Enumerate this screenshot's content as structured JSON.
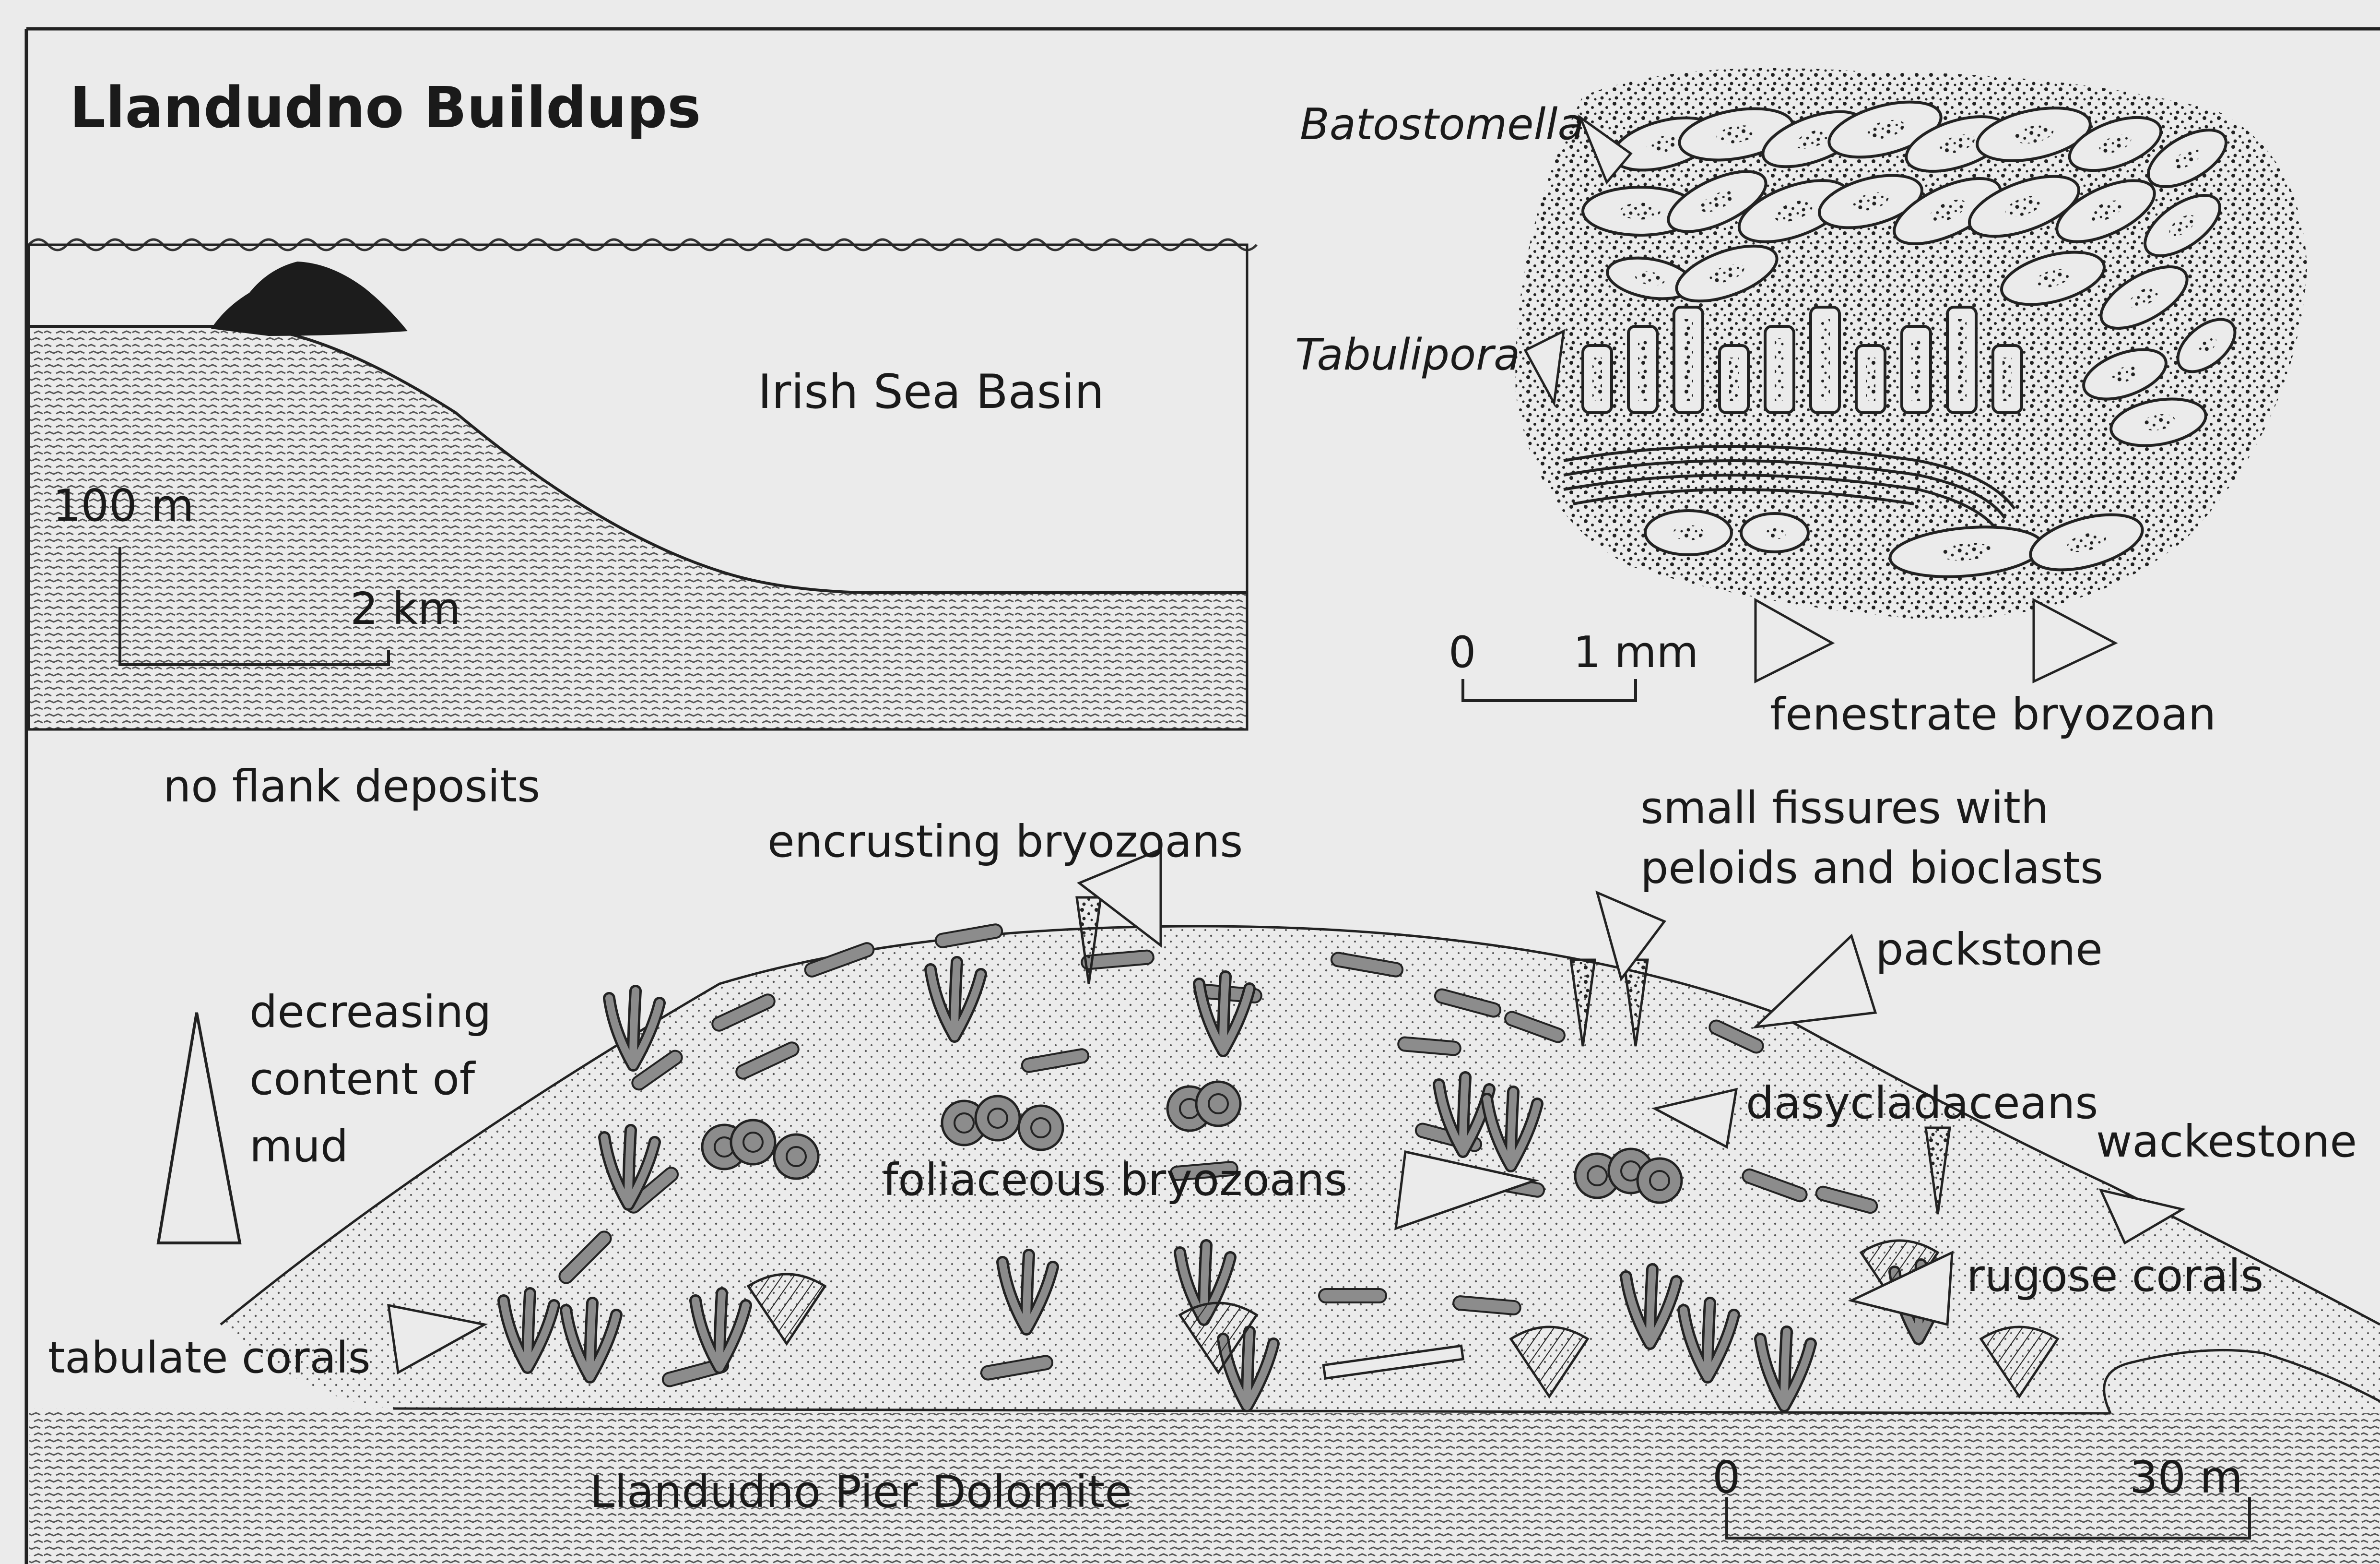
{
  "title": "Llandudno Buildups",
  "cross_section": {
    "basin_label": "Irish Sea Basin",
    "scale_vertical": "100 m",
    "scale_horizontal": "2 km",
    "flank_note": "no flank deposits"
  },
  "thin_section": {
    "labels": [
      "Batostomella",
      "Tabulipora",
      "fenestrate bryozoan"
    ],
    "scale_zero": "0",
    "scale_unit": "1 mm"
  },
  "buildup": {
    "mud_note_lines": [
      "decreasing",
      "content of",
      "mud"
    ],
    "labels": {
      "encrusting": "encrusting bryozoans",
      "fissures_line1": "small fissures with",
      "fissures_line2": "peloids and bioclasts",
      "packstone": "packstone",
      "dasycladaceans": "dasycladaceans",
      "wackestone": "wackestone",
      "foliaceous": "foliaceous bryozoans",
      "rugose": "rugose corals",
      "tabulate": "tabulate corals"
    },
    "base_label": "Llandudno Pier Dolomite",
    "scale_zero": "0",
    "scale_unit": "30 m"
  },
  "colors": {
    "background": "#ebebeb",
    "ink": "#1a1a1a",
    "fossil_fill": "#8c8c8c",
    "dark_mass": "#2a2a2a"
  }
}
